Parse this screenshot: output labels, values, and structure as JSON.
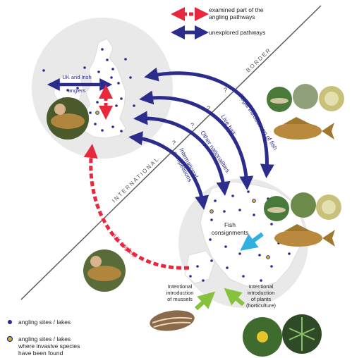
{
  "legend": {
    "examined": "examined part of the\nangling pathways",
    "unexplored": "unexplored pathways",
    "sites": "angling sites / lakes",
    "sites_invasive": "angling sites / lakes\nwhere invasive species\nhave been found"
  },
  "border": {
    "top": "BORDER",
    "bottom": "INTERNATIONAL"
  },
  "pathways": {
    "uk_irish": "UK and Irish\nanglers",
    "illegal": "Illegal introduction of fish",
    "live_bait": "Live bait",
    "other_nationalities": "Other nationalities",
    "competitions": "International\ncompetitions",
    "uk_anglers": "UK anglers",
    "fish_consignments": "Fish\nconsignments",
    "mussels": "Intentional\nintroduction\nof mussels",
    "plants": "Intentional\nintroduction\nof plants\n(horticulture)",
    "question": "?"
  },
  "colors": {
    "red": "#e8283c",
    "navy": "#2b2c8c",
    "cyan": "#2fb0e0",
    "green": "#86c23e",
    "globe": "#e9e9e9",
    "land": "#ffffff"
  }
}
